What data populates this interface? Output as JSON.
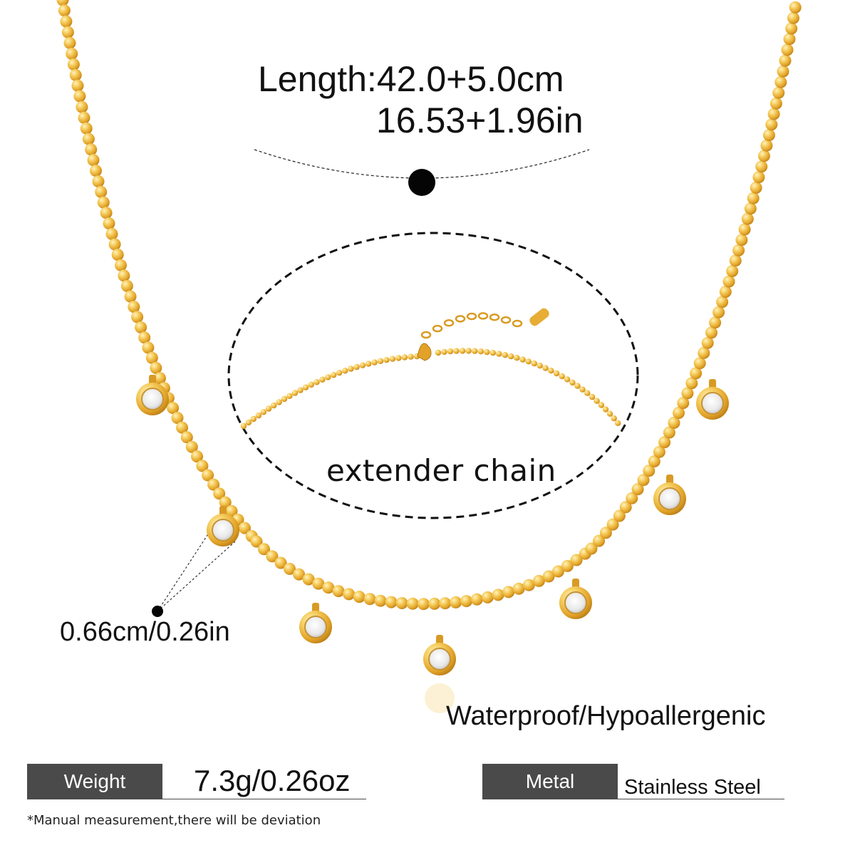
{
  "annotations": {
    "length_cm": "Length:42.0+5.0cm",
    "length_in": "16.53+1.96in",
    "extender_label": "extender chain",
    "pendant_size": "0.66cm/0.26in",
    "features": "Waterproof/Hypoallergenic"
  },
  "specs": {
    "weight_label": "Weight",
    "weight_value": "7.3g/0.26oz",
    "metal_label": "Metal",
    "metal_value": "Stainless Steel"
  },
  "footnote": "*Manual measurement,there will be deviation",
  "colors": {
    "gold": "#e2a227",
    "gold_light": "#f6cf62",
    "gold_dark": "#b47914",
    "label_bar": "#4a4a4a",
    "text": "#111111",
    "background": "#ffffff"
  }
}
